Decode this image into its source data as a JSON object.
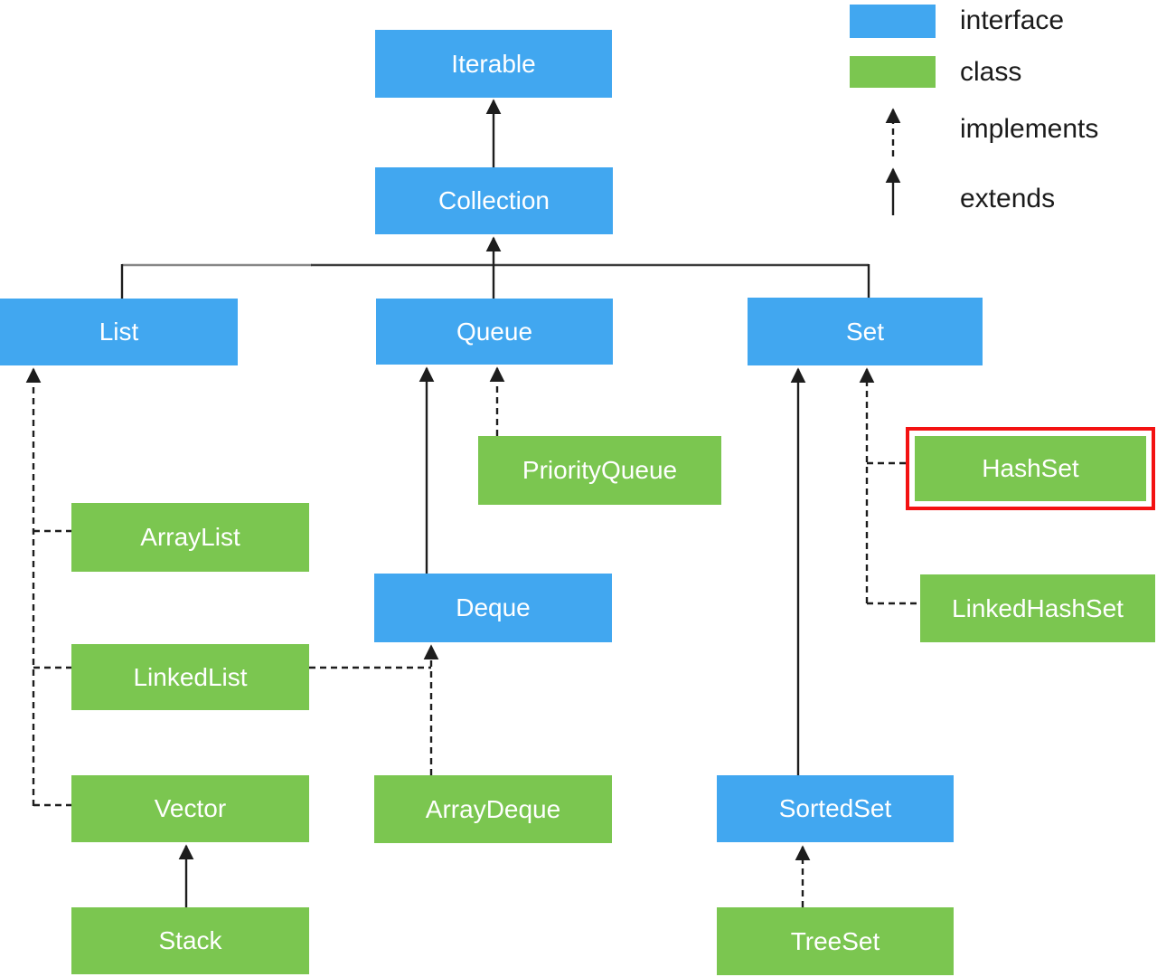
{
  "colors": {
    "interface": "#41a7f0",
    "class": "#7bc650",
    "highlight": "#f31212",
    "line": "#1d1d1d",
    "bus_gray": "#878787",
    "bus_dark": "#3d3d3d",
    "node_text": "#ffffff",
    "text": "#1b1b1b"
  },
  "nodes": {
    "iterable": {
      "label": "Iterable",
      "type": "interface"
    },
    "collection": {
      "label": "Collection",
      "type": "interface"
    },
    "list": {
      "label": "List",
      "type": "interface"
    },
    "queue": {
      "label": "Queue",
      "type": "interface"
    },
    "set": {
      "label": "Set",
      "type": "interface"
    },
    "deque": {
      "label": "Deque",
      "type": "interface"
    },
    "sortedset": {
      "label": "SortedSet",
      "type": "interface"
    },
    "priorityqueue": {
      "label": "PriorityQueue",
      "type": "class"
    },
    "arraylist": {
      "label": "ArrayList",
      "type": "class"
    },
    "linkedlist": {
      "label": "LinkedList",
      "type": "class"
    },
    "vector": {
      "label": "Vector",
      "type": "class"
    },
    "stack": {
      "label": "Stack",
      "type": "class"
    },
    "arraydeque": {
      "label": "ArrayDeque",
      "type": "class"
    },
    "hashset": {
      "label": "HashSet",
      "type": "class",
      "highlighted": true
    },
    "linkedhashset": {
      "label": "LinkedHashSet",
      "type": "class"
    },
    "treeset": {
      "label": "TreeSet",
      "type": "class"
    }
  },
  "highlighted_node": "HashSet",
  "legend": {
    "interface_label": "interface",
    "class_label": "class",
    "implements_label": "implements",
    "extends_label": "extends"
  },
  "relationships": [
    {
      "from": "Collection",
      "to": "Iterable",
      "type": "extends"
    },
    {
      "from": "List",
      "to": "Collection",
      "type": "extends"
    },
    {
      "from": "Queue",
      "to": "Collection",
      "type": "extends"
    },
    {
      "from": "Set",
      "to": "Collection",
      "type": "extends"
    },
    {
      "from": "Deque",
      "to": "Queue",
      "type": "extends"
    },
    {
      "from": "SortedSet",
      "to": "Set",
      "type": "extends"
    },
    {
      "from": "Stack",
      "to": "Vector",
      "type": "extends"
    },
    {
      "from": "PriorityQueue",
      "to": "Queue",
      "type": "implements"
    },
    {
      "from": "ArrayList",
      "to": "List",
      "type": "implements"
    },
    {
      "from": "LinkedList",
      "to": "List",
      "type": "implements"
    },
    {
      "from": "Vector",
      "to": "List",
      "type": "implements"
    },
    {
      "from": "LinkedList",
      "to": "Deque",
      "type": "implements"
    },
    {
      "from": "ArrayDeque",
      "to": "Deque",
      "type": "implements"
    },
    {
      "from": "HashSet",
      "to": "Set",
      "type": "implements"
    },
    {
      "from": "LinkedHashSet",
      "to": "Set",
      "type": "implements"
    },
    {
      "from": "TreeSet",
      "to": "SortedSet",
      "type": "implements"
    }
  ]
}
